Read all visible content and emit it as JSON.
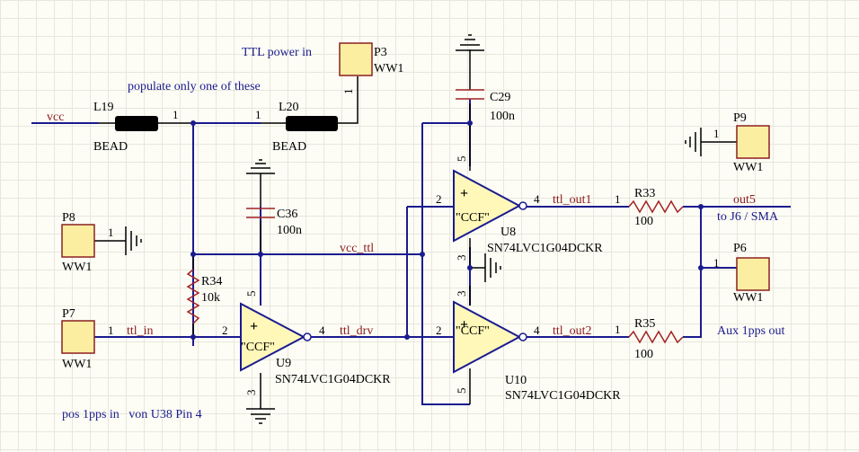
{
  "annotations": {
    "ttl_power_in": "TTL power in",
    "populate_note": "populate only one of these",
    "to_j6": "to J6 / SMA",
    "aux_1pps": "Aux 1pps out",
    "pos_1pps": "pos 1pps in   von U38 Pin 4"
  },
  "nets": {
    "vcc": "vcc",
    "vcc_ttl": "vcc_ttl",
    "ttl_in": "ttl_in",
    "ttl_drv": "ttl_drv",
    "ttl_out1": "ttl_out1",
    "ttl_out2": "ttl_out2",
    "out5": "out5"
  },
  "components": {
    "L19": {
      "ref": "L19",
      "value": "BEAD",
      "pin": "1"
    },
    "L20": {
      "ref": "L20",
      "value": "BEAD",
      "pin": "1"
    },
    "P3": {
      "ref": "P3",
      "value": "WW1",
      "pin": "1"
    },
    "P6": {
      "ref": "P6",
      "value": "WW1",
      "pin": "1"
    },
    "P7": {
      "ref": "P7",
      "value": "WW1",
      "pin": "1"
    },
    "P8": {
      "ref": "P8",
      "value": "WW1",
      "pin": "1"
    },
    "P9": {
      "ref": "P9",
      "value": "WW1",
      "pin": "1"
    },
    "C29": {
      "ref": "C29",
      "value": "100n"
    },
    "C36": {
      "ref": "C36",
      "value": "100n"
    },
    "R33": {
      "ref": "R33",
      "value": "100",
      "pin": "1"
    },
    "R34": {
      "ref": "R34",
      "value": "10k"
    },
    "R35": {
      "ref": "R35",
      "value": "100",
      "pin": "1"
    },
    "U8": {
      "ref": "U8",
      "part": "SN74LVC1G04DCKR",
      "label": "\"CCF\"",
      "pin_in": "2",
      "pin_out": "4",
      "pin_vcc": "5",
      "pin_gnd": "3"
    },
    "U9": {
      "ref": "U9",
      "part": "SN74LVC1G04DCKR",
      "label": "\"CCF\"",
      "pin_in": "2",
      "pin_out": "4",
      "pin_vcc": "5",
      "pin_gnd": "3"
    },
    "U10": {
      "ref": "U10",
      "part": "SN74LVC1G04DCKR",
      "label": "\"CCF\"",
      "pin_in": "2",
      "pin_out": "4",
      "pin_vcc": "5",
      "pin_gnd": "3"
    }
  },
  "symbols": {
    "plus": "+"
  }
}
